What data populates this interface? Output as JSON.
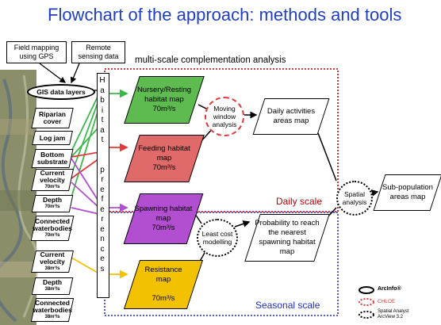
{
  "title": "Flowchart of the approach: methods and tools",
  "inputs": {
    "field_mapping": "Field mapping\nusing GPS",
    "remote_sensing": "Remote\nsensing data"
  },
  "analysis_label": "multi-scale complementation  analysis",
  "gis_layers": "GIS data layers",
  "preferences_label": "Habitat preferences",
  "layers": [
    {
      "label": "Riparian\ncover",
      "unit": ""
    },
    {
      "label": "Log jam",
      "unit": ""
    },
    {
      "label": "Bottom\nsubstrate",
      "unit": ""
    },
    {
      "label": "Current\nvelocity",
      "unit": "70m³/s"
    },
    {
      "label": "Depth",
      "unit": "70m³/s"
    },
    {
      "label": "Connected\nwaterbodies",
      "unit": "70m³/s"
    },
    {
      "label": "Current\nvelocity",
      "unit": "38m³/s"
    },
    {
      "label": "Depth",
      "unit": "38m³/s"
    },
    {
      "label": "Connected\nwaterbodies",
      "unit": "38m³/s"
    }
  ],
  "habitat_maps": {
    "nursery": "Nursery/Resting\nhabitat map\n70m³/s",
    "feeding": "Feeding habitat\nmap\n70m³/s",
    "spawning": "Spawning habitat\nmap\n70m³/s",
    "resistance": "Resistance\nmap\n\n70m³/s"
  },
  "tools": {
    "moving_window": "Moving\nwindow\nanalysis",
    "least_cost": "Least cost\nmodelling",
    "spatial": "Spatial\nanalysis"
  },
  "outputs": {
    "daily_activities": "Daily activities\nareas map",
    "probability": "Probability to reach\nthe nearest\nspawning habitat\nmap",
    "subpopulation": "Sub-population\nareas map"
  },
  "scales": {
    "daily": "Daily scale",
    "seasonal": "Seasonal scale"
  },
  "legend": [
    {
      "label": "ArcInfo®",
      "style": "solid"
    },
    {
      "label": "CHLOE",
      "style": "red-dotted"
    },
    {
      "label": "Spatial Analyst\nArcView 3.2",
      "style": "black-dotted"
    }
  ],
  "colors": {
    "title": "#1f3fbf",
    "nursery": "#5dbb4f",
    "feeding": "#e06a6a",
    "spawning": "#b14fd0",
    "resistance": "#f2c200",
    "daily_box": "#c00000",
    "seasonal_box": "#1f2fbf"
  }
}
